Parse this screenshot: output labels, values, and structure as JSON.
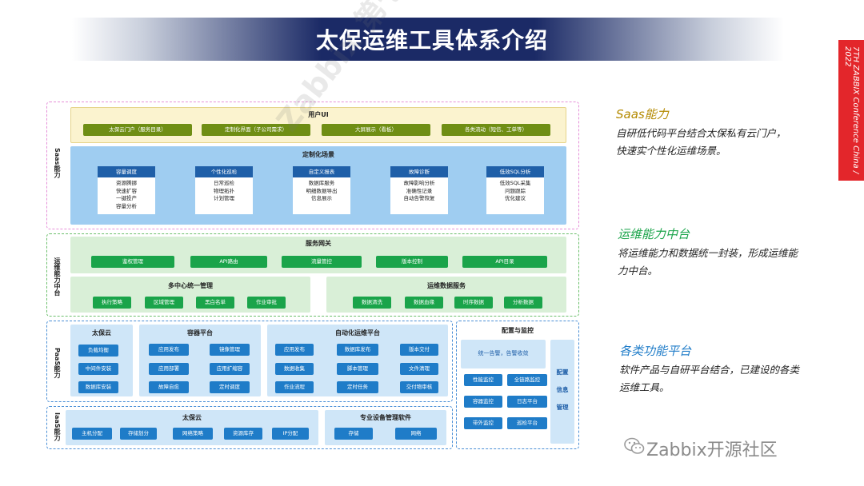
{
  "title": "太保运维工具体系介绍",
  "conference": "7TH ZABBIX Conference China / 2022",
  "diagram": {
    "saas": {
      "side_label": "Saas能力",
      "user_ui": {
        "title": "用户UI",
        "items": [
          "太保云门户（服务目录）",
          "定制化界面（子公司需求）",
          "大屏展示（看板）",
          "各类流动（短信、工单等）"
        ]
      },
      "custom": {
        "title": "定制化场景",
        "cards": [
          {
            "title": "容量调度",
            "body": "资源腾挪\n快速扩容\n一键投产\n容量分析"
          },
          {
            "title": "个性化巡检",
            "body": "日常巡检\n物理拓扑\n计划管理"
          },
          {
            "title": "自定义报表",
            "body": "数据库服务\n明细数据导出\n信息展示"
          },
          {
            "title": "故障诊断",
            "body": "故障影响分析\n准确性记录\n自动告警恢复"
          },
          {
            "title": "低效SQL分析",
            "body": "低效SQL采集\n问题跟踪\n优化建议"
          }
        ]
      }
    },
    "ops": {
      "side_label": "运维能力中台",
      "gateway": {
        "title": "服务网关",
        "items": [
          "鉴权管理",
          "API路由",
          "流量管控",
          "版本控制",
          "API目录"
        ]
      },
      "multi": {
        "title": "多中心统一管理",
        "items": [
          "执行策略",
          "区域管理",
          "黑白名单",
          "作业审批"
        ]
      },
      "data": {
        "title": "运维数据服务",
        "items": [
          "数据清洗",
          "数据血缘",
          "时序数据",
          "分析数据"
        ]
      }
    },
    "paas": {
      "side_label": "PaaS能力",
      "taibao": {
        "title": "太保云",
        "items": [
          "负载均衡",
          "中间件安装",
          "数据库安装"
        ]
      },
      "container": {
        "title": "容器平台",
        "items": [
          "应用发布",
          "镜像管理",
          "应用部署",
          "应用扩缩容",
          "故障自愈",
          "定时调度"
        ]
      },
      "auto": {
        "title": "自动化运维平台",
        "items": [
          "应用发布",
          "数据库发布",
          "版本交付",
          "数据收集",
          "脚本管理",
          "文件清理",
          "作业流程",
          "定时任务",
          "交付物审核"
        ]
      }
    },
    "iaas": {
      "side_label": "IaaS能力",
      "taibao": {
        "title": "太保云",
        "items": [
          "主机分配",
          "存储划分",
          "网络策略",
          "资源库存",
          "IP分配"
        ]
      },
      "device": {
        "title": "专业设备管理软件",
        "items": [
          "存储",
          "网络"
        ]
      }
    },
    "monitor": {
      "title": "配置与监控",
      "alarm": "统一告警，告警收敛",
      "items": [
        "性能监控",
        "全链路监控",
        "容器监控",
        "日志平台",
        "带外监控",
        "巡检平台"
      ],
      "side": "配置\n信息\n管理"
    },
    "watermark": "Zabbix 第七届中国峰会"
  },
  "right": [
    {
      "title": "Saas能力",
      "desc": "自研低代码平台结合太保私有云门户，快速实个性化运维场景。",
      "color": "#b48a00"
    },
    {
      "title": "运维能力中台",
      "desc": "将运维能力和数据统一封装，形成运维能力中台。",
      "color": "#1aa44a"
    },
    {
      "title": "各类功能平台",
      "desc": "软件产品与自研平台结合，已建设的各类运维工具。",
      "color": "#1f7cc8"
    }
  ],
  "footer": "Zabbix开源社区"
}
